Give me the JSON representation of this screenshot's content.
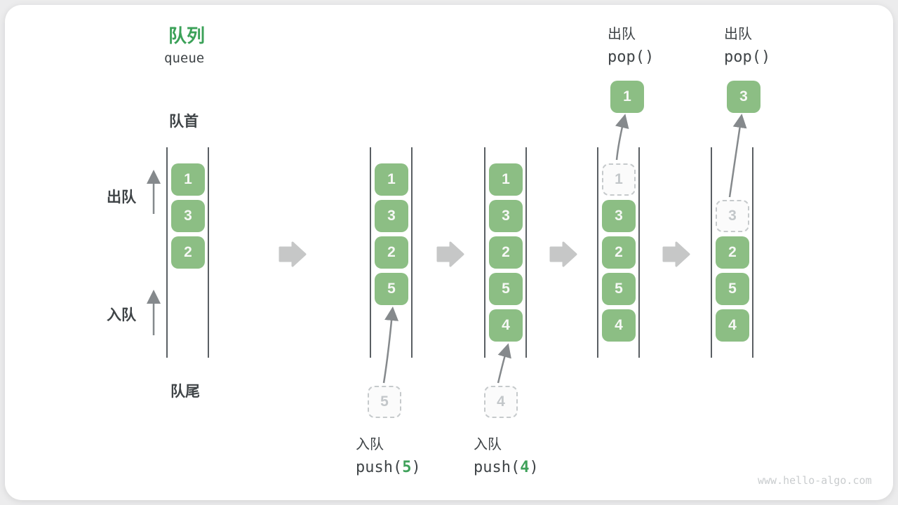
{
  "header": {
    "title_zh": "队列",
    "title_en": "queue"
  },
  "labels": {
    "front": "队首",
    "rear": "队尾",
    "dequeue": "出队",
    "enqueue": "入队"
  },
  "operations": {
    "push5": {
      "label": "入队",
      "fn_open": "push(",
      "arg": "5",
      "fn_close": ")"
    },
    "push4": {
      "label": "入队",
      "fn_open": "push(",
      "arg": "4",
      "fn_close": ")"
    },
    "pop_first": {
      "label": "出队",
      "fn": "pop()"
    },
    "pop_second": {
      "label": "出队",
      "fn": "pop()"
    }
  },
  "states": [
    {
      "cells": [
        "1",
        "3",
        "2"
      ]
    },
    {
      "cells": [
        "1",
        "3",
        "2",
        "5"
      ],
      "incoming": "5"
    },
    {
      "cells": [
        "1",
        "3",
        "2",
        "5",
        "4"
      ],
      "incoming": "4"
    },
    {
      "ghost": "1",
      "cells": [
        "3",
        "2",
        "5",
        "4"
      ],
      "popped": "1"
    },
    {
      "ghost": "3",
      "cells": [
        "2",
        "5",
        "4"
      ],
      "popped": "3"
    }
  ],
  "watermark": "www.hello-algo.com",
  "colors": {
    "cell_green": "#8cbe84",
    "title_green": "#3ba158",
    "arg_green": "#3fa15a",
    "text_dark": "#3f4447",
    "rail_gray": "#5a5f63",
    "ghost_border": "#c6cacc",
    "ghost_text": "#c3c7ca",
    "thin_arrow_gray": "#85898c",
    "block_arrow_gray": "#c6c7c7",
    "watermark_gray": "#c9ccce",
    "canvas_bg": "#ffffff"
  },
  "icons": {
    "step_arrow": "right-block-arrow",
    "dequeue_arrow": "up-thin-arrow",
    "enqueue_arrow": "up-thin-arrow",
    "push_arrow": "curved-up-arrow",
    "pop_arrow": "curved-up-arrow"
  }
}
